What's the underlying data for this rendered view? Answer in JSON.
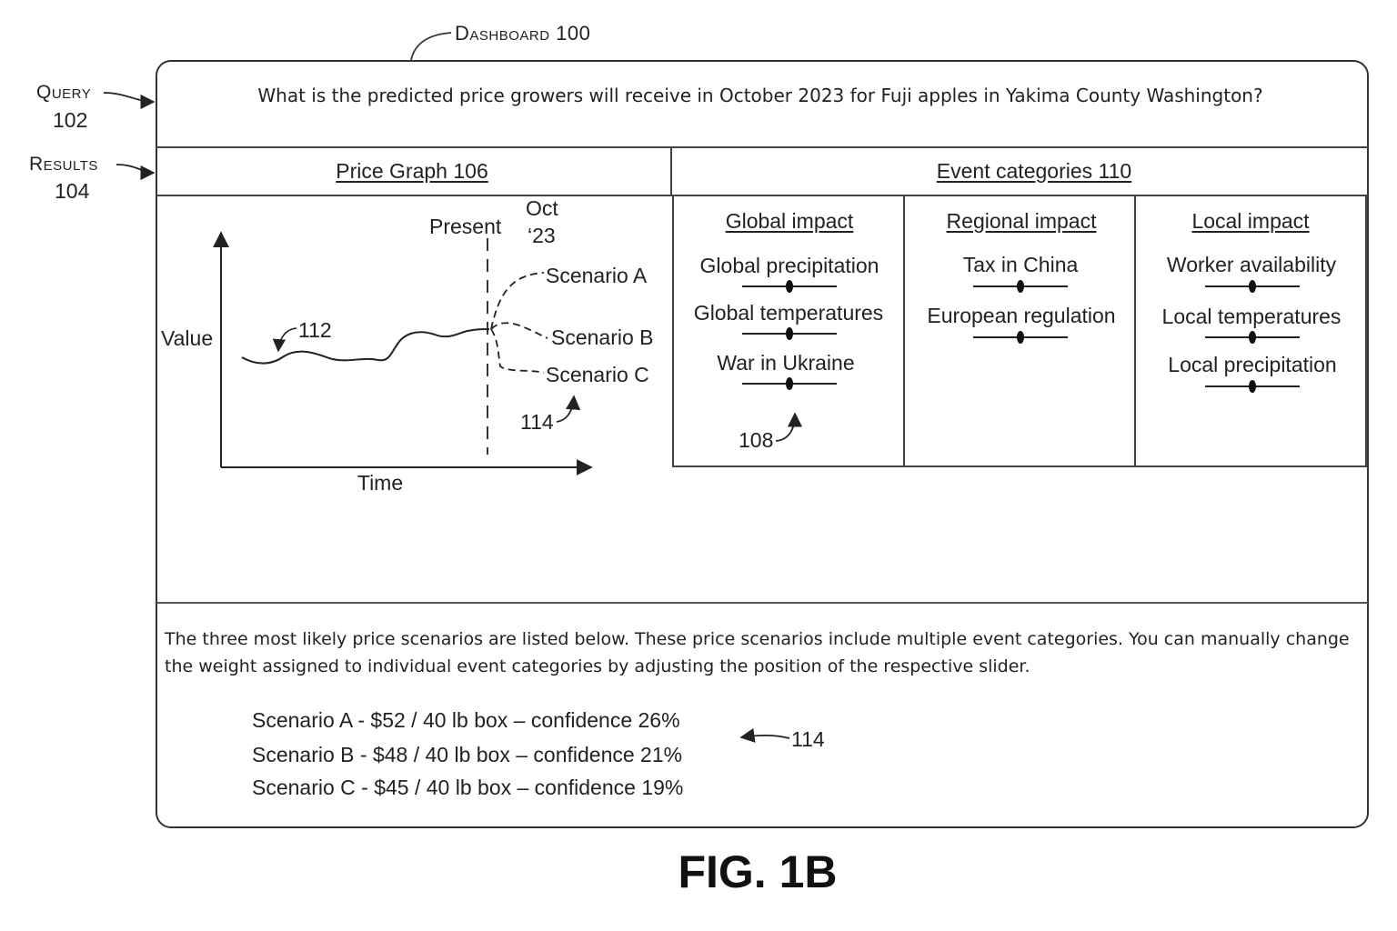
{
  "labels": {
    "dashboard": "Dashboard 100",
    "query_word": "Query",
    "query_num": "102",
    "results_word": "Results",
    "results_num": "104",
    "fig": "FIG. 1B"
  },
  "query": {
    "text": "What is the predicted price growers will receive in October 2023 for Fuji apples in Yakima County Washington?"
  },
  "price_graph": {
    "header": "Price Graph 106",
    "y_label": "Value",
    "x_label": "Time",
    "present_label": "Present",
    "oct_label_1": "Oct",
    "oct_label_2": "‘23",
    "line_ref": "112",
    "scenario_ref": "114",
    "scenario_a": "Scenario A",
    "scenario_b": "Scenario B",
    "scenario_c": "Scenario C"
  },
  "event_categories": {
    "header": "Event categories 110",
    "slider_ref": "108",
    "columns": [
      {
        "title": "Global impact",
        "items": [
          {
            "label": "Global precipitation",
            "value": 0.5
          },
          {
            "label": "Global temperatures",
            "value": 0.5
          },
          {
            "label": "War in Ukraine",
            "value": 0.5
          }
        ]
      },
      {
        "title": "Regional impact",
        "items": [
          {
            "label": "Tax in China",
            "value": 0.5
          },
          {
            "label": "European regulation",
            "value": 0.5
          }
        ]
      },
      {
        "title": "Local impact",
        "items": [
          {
            "label": "Worker availability",
            "value": 0.5
          },
          {
            "label": "Local temperatures",
            "value": 0.5
          },
          {
            "label": "Local precipitation",
            "value": 0.5
          }
        ]
      }
    ]
  },
  "summary": {
    "description": "The three most likely price scenarios are listed below.  These price scenarios include multiple event categories.  You can manually change the weight assigned to individual event categories by adjusting the position of the respective slider.",
    "scenarios": [
      "Scenario A - $52 / 40 lb box – confidence 26%",
      "Scenario B - $48 / 40 lb box – confidence 21%",
      "Scenario C - $45 / 40 lb box – confidence 19%"
    ],
    "ref": "114"
  }
}
